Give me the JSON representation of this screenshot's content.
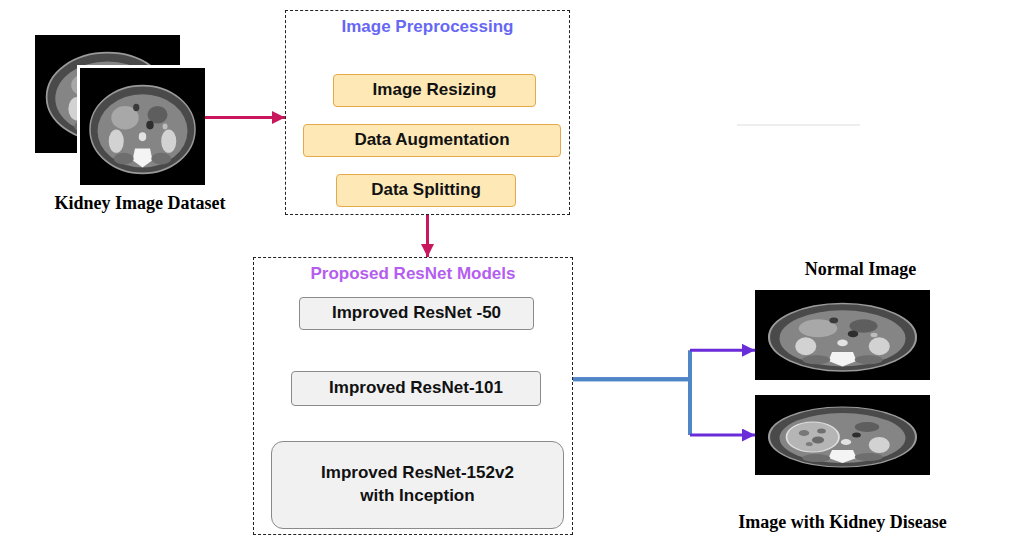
{
  "diagram": {
    "nodes": [
      {
        "text": [
          "Kidney Image Dataset"
        ]
      },
      {
        "text": [
          "Image Preprocessing"
        ]
      },
      {
        "text": [
          "Image Resizing"
        ],
        "in": 1
      },
      {
        "text": [
          "Data Augmentation"
        ],
        "in": 1
      },
      {
        "text": [
          "Data Splitting"
        ],
        "in": 1
      },
      {
        "text": [
          "Proposed ResNet Models"
        ]
      },
      {
        "text": [
          "Improved ResNet -50"
        ],
        "in": 5
      },
      {
        "text": [
          "Improved ResNet-101"
        ],
        "in": 5
      },
      {
        "text": [
          "Improved ResNet-152v2 with Inception"
        ],
        "in": 5
      },
      {
        "text": [
          "Normal Image"
        ]
      },
      {
        "text": [
          "Image with Kidney Disease"
        ]
      }
    ],
    "edges": [
      {
        "from": 0,
        "to": 1,
        "arrow": "to"
      },
      {
        "from": 1,
        "to": 5,
        "arrow": "to"
      },
      {
        "from": 5,
        "to": 9,
        "arrow": "to"
      },
      {
        "from": 5,
        "to": 10,
        "arrow": "to"
      }
    ]
  }
}
